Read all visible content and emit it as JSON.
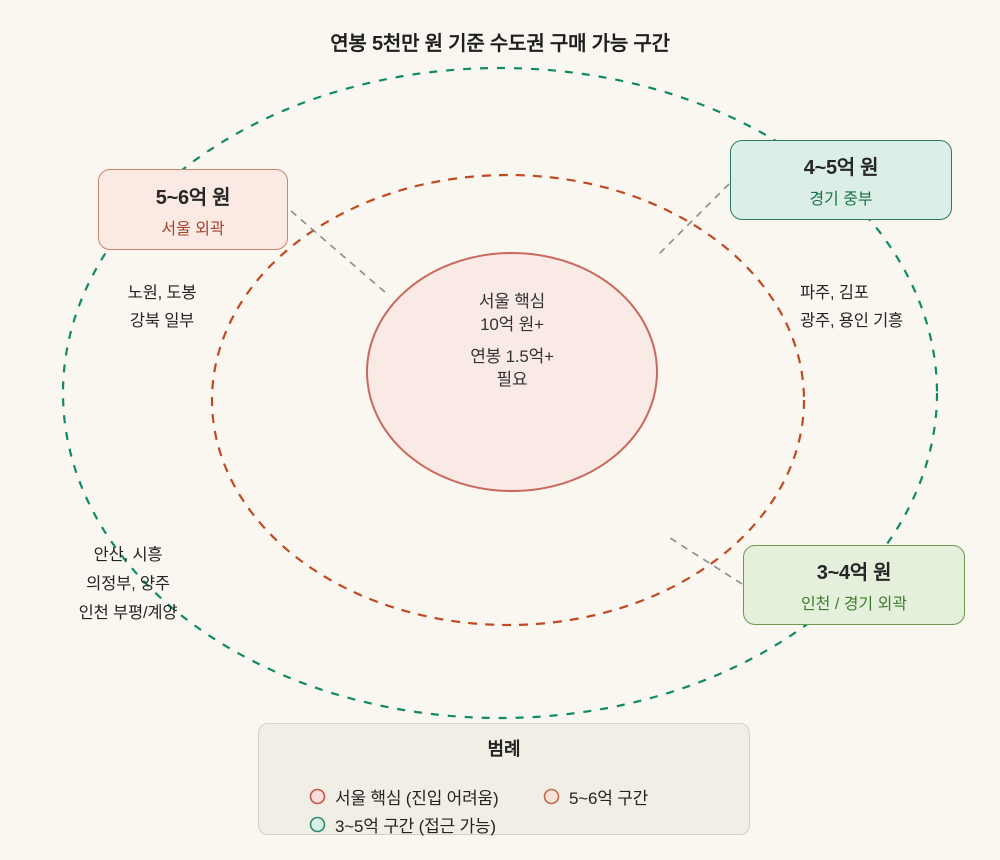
{
  "title": "연봉 5천만 원 기준 수도권 구매 가능 구간",
  "core": {
    "region": "서울 핵심",
    "price": "10억 원+",
    "salary_need": "연봉 1.5억+",
    "salary_need2": "필요"
  },
  "boxes": {
    "seoul_outskirts": {
      "price": "5~6억 원",
      "region": "서울 외곽"
    },
    "gyeonggi_central": {
      "price": "4~5억 원",
      "region": "경기 중부"
    },
    "incheon_gyeonggi": {
      "price": "3~4억 원",
      "region": "인천 / 경기 외곽"
    }
  },
  "area_labels": {
    "northeast": {
      "line1": "노원, 도봉",
      "line2": "강북 일부"
    },
    "west": {
      "line1": "파주, 김포",
      "line2": "광주, 용인 기흥"
    },
    "southwest": {
      "line1": "안산, 시흥",
      "line2": "의정부, 양주",
      "line3": "인천 부평/계양"
    }
  },
  "legend": {
    "title": "범례",
    "items": [
      {
        "label": "서울 핵심 (진입 어려움)",
        "fill": "#f9dedb",
        "stroke": "#c4554b"
      },
      {
        "label": "5~6억 구간",
        "fill": "#f9e2da",
        "stroke": "#bf6b4e"
      },
      {
        "label": "3~5억 구간 (접근 가능)",
        "fill": "#d8efe4",
        "stroke": "#2f8a6c"
      }
    ]
  },
  "colors": {
    "background": "#faf7f0",
    "ring_outer": "#0f8a68",
    "ring_middle": "#bf4a22",
    "core_fill": "#f9eae6",
    "core_stroke": "#c9685c",
    "connector": "#8b8b8b"
  }
}
